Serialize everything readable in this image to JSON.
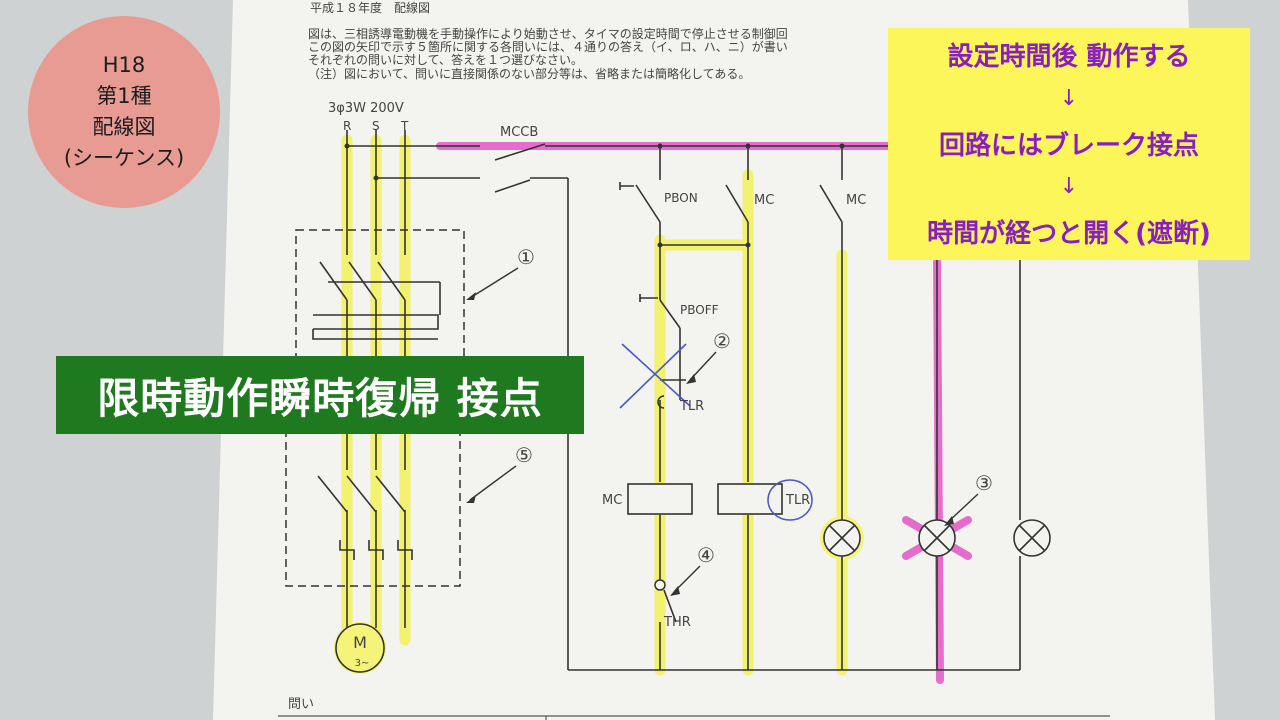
{
  "badge": {
    "line1": "H18",
    "line2": "第1種",
    "line3": "配線図",
    "line4": "(シーケンス)"
  },
  "note": {
    "line1": "設定時間後 動作する",
    "arrow1": "↓",
    "line2": "回路にはブレーク接点",
    "arrow2": "↓",
    "line3": "時間が経つと開く(遮断)"
  },
  "banner": {
    "text": "限時動作瞬時復帰 接点"
  },
  "paper": {
    "header": "平成１８年度　配線図",
    "intro1": "図は、三相誘導電動機を手動操作により始動させ、タイマの設定時間で停止させる制御回",
    "intro2": "この図の矢印で示す５箇所に関する各問いには、４通りの答え（イ、ロ、ハ、ニ）が書い",
    "intro3": "それぞれの問いに対して、答えを１つ選びなさい。",
    "intro4": "（注）図において、問いに直接関係のない部分等は、省略または簡略化してある。",
    "question": "問い"
  },
  "diagram": {
    "supply": "3φ3W 200V",
    "phase_r": "R",
    "phase_s": "S",
    "phase_t": "T",
    "mccb": "MCCB",
    "pb_on": "PBON",
    "pb_off": "PBOFF",
    "mc1": "MC",
    "mc2": "MC",
    "tlr_contact": "TLR",
    "mc_coil": "MC",
    "tlr_coil": "TLR",
    "thr": "THR",
    "motor": "M",
    "motor_sub": "3~",
    "n1": "①",
    "n2": "②",
    "n3": "③",
    "n4": "④",
    "n5": "⑤"
  },
  "colors": {
    "highlight_yellow": "#f2f25a",
    "highlight_magenta": "#e040c0",
    "badge_bg": "#e79b93",
    "note_bg": "#fdf65b",
    "note_text": "#8a1fc0",
    "banner_bg": "#1f7a1f"
  }
}
